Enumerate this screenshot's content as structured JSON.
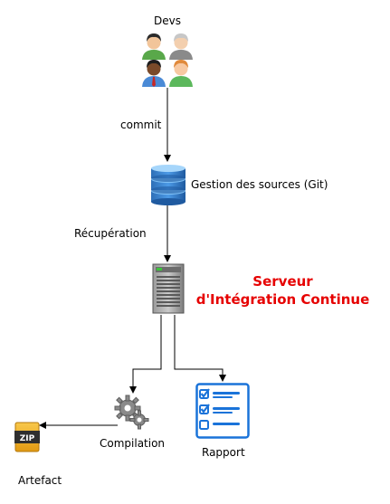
{
  "nodes": {
    "devs": {
      "label": "Devs",
      "icon": "developers-group-icon"
    },
    "git": {
      "label": "Gestion des sources (Git)",
      "icon": "database-icon"
    },
    "ci_server": {
      "title_line1": "Serveur",
      "title_line2": "d'Intégration Continue",
      "icon": "server-icon",
      "title_color": "#e60000"
    },
    "compilation": {
      "label": "Compilation",
      "icon": "gears-icon"
    },
    "rapport": {
      "label": "Rapport",
      "icon": "checklist-icon"
    },
    "artefact": {
      "label": "Artefact",
      "icon": "zip-archive-icon",
      "badge": "ZIP"
    }
  },
  "edges": {
    "commit": "commit",
    "recuperation": "Récupération"
  }
}
